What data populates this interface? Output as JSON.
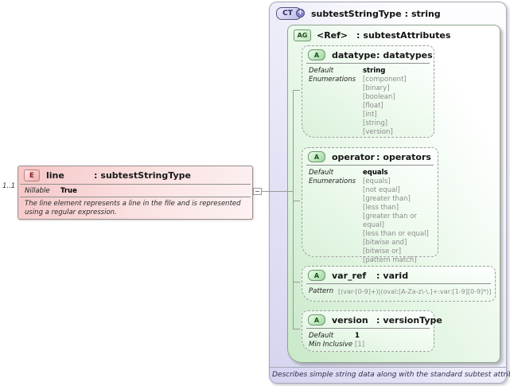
{
  "ct_box": {
    "badge": "CT",
    "plus_icon": "+",
    "name": "subtestStringType",
    "colon": ":",
    "type": "string",
    "caption": "Describes simple string data along with the standard subtest attributes."
  },
  "attribute_group": {
    "badge": "AG",
    "name": "<Ref>",
    "colon": ":",
    "type": "subtestAttributes"
  },
  "labels": {
    "default": "Default",
    "enumerations": "Enumerations",
    "pattern": "Pattern",
    "min_inclusive": "Min Inclusive",
    "nillable": "Nillable"
  },
  "attributes": {
    "datatype": {
      "badge": "A",
      "name": "datatype",
      "colon": ":",
      "type": "datatypes",
      "default": "string",
      "enums": [
        "[component]",
        "[binary]",
        "[boolean]",
        "[float]",
        "[int]",
        "[string]",
        "[version]"
      ]
    },
    "operator": {
      "badge": "A",
      "name": "operator",
      "colon": ":",
      "type": "operators",
      "default": "equals",
      "enums": [
        "[equals]",
        "[not equal]",
        "[greater than]",
        "[less than]",
        "[greater than or equal]",
        "[less than or equal]",
        "[bitwise and]",
        "[bitwise or]",
        "[pattern match]"
      ]
    },
    "var_ref": {
      "badge": "A",
      "name": "var_ref",
      "colon": ":",
      "type": "varid",
      "pattern": "[(var-[0-9]+)|(oval:[A-Za-z\\-\\.]+:var:[1-9][0-9]*)]"
    },
    "version": {
      "badge": "A",
      "name": "version",
      "colon": ":",
      "type": "versionType",
      "default": "1",
      "min_inclusive": "[1]"
    }
  },
  "element_box": {
    "badge": "E",
    "name": "line",
    "colon": ":",
    "type": "subtestStringType",
    "cardinality": "1..1",
    "nillable_value": "True",
    "description": "The line element represents a line in the file and is represented using a regular expression."
  }
}
